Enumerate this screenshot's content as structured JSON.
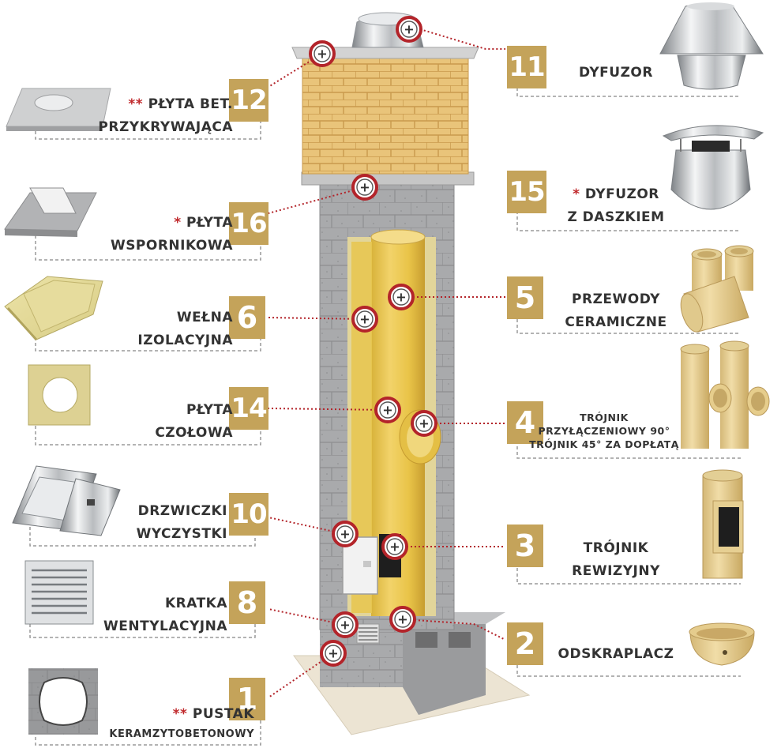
{
  "components": [
    {
      "id": "11",
      "number": "11",
      "stars": "",
      "line1": "DYFUZOR",
      "line2": ""
    },
    {
      "id": "12",
      "number": "12",
      "stars": "**",
      "line1": "PŁYTA BET.",
      "line2": "PRZYKRYWAJĄCA"
    },
    {
      "id": "15",
      "number": "15",
      "stars": "*",
      "line1": "DYFUZOR",
      "line2": "Z DASZKIEM"
    },
    {
      "id": "16",
      "number": "16",
      "stars": "*",
      "line1": "PŁYTA",
      "line2": "WSPORNIKOWA"
    },
    {
      "id": "5",
      "number": "5",
      "stars": "",
      "line1": "PRZEWODY",
      "line2": "CERAMICZNE"
    },
    {
      "id": "6",
      "number": "6",
      "stars": "",
      "line1": "WEŁNA",
      "line2": "IZOLACYJNA"
    },
    {
      "id": "14",
      "number": "14",
      "stars": "",
      "line1": "PŁYTA",
      "line2": "CZOŁOWA"
    },
    {
      "id": "4",
      "number": "4",
      "stars": "",
      "line1": "TRÓJNIK",
      "line2": "PRZYŁĄCZENIOWY 90°",
      "line3": "TRÓJNIK 45° ZA DOPŁATĄ"
    },
    {
      "id": "10",
      "number": "10",
      "stars": "",
      "line1": "DRZWICZKI",
      "line2": "WYCZYSTKI"
    },
    {
      "id": "3",
      "number": "3",
      "stars": "",
      "line1": "TRÓJNIK",
      "line2": "REWIZYJNY"
    },
    {
      "id": "8",
      "number": "8",
      "stars": "",
      "line1": "KRATKA",
      "line2": "WENTYLACYJNA"
    },
    {
      "id": "2",
      "number": "2",
      "stars": "",
      "line1": "ODSKRAPLACZ",
      "line2": ""
    },
    {
      "id": "1",
      "number": "1",
      "stars": "**",
      "line1": "PUSTAK",
      "line2": "KERAMZYTOBETONOWY"
    }
  ],
  "marker_symbol": "+",
  "colors": {
    "number_box": "#c4a35a",
    "marker_ring": "#b3242a",
    "leader_line": "#b3242a",
    "label_text": "#333333",
    "star": "#c0282b",
    "brick": "#e9c47a",
    "block": "#a8a9ab",
    "ceramic_flue": "#e9c84a"
  },
  "icons": [
    "diffuser-icon",
    "concrete-plate-icon",
    "diffuser-with-cap-icon",
    "support-plate-icon",
    "ceramic-pipes-icon",
    "insulation-wool-icon",
    "front-plate-icon",
    "tee-connector-icon",
    "cleaning-door-icon",
    "inspection-tee-icon",
    "ventilation-grille-icon",
    "condensate-trap-icon",
    "concrete-block-icon"
  ]
}
